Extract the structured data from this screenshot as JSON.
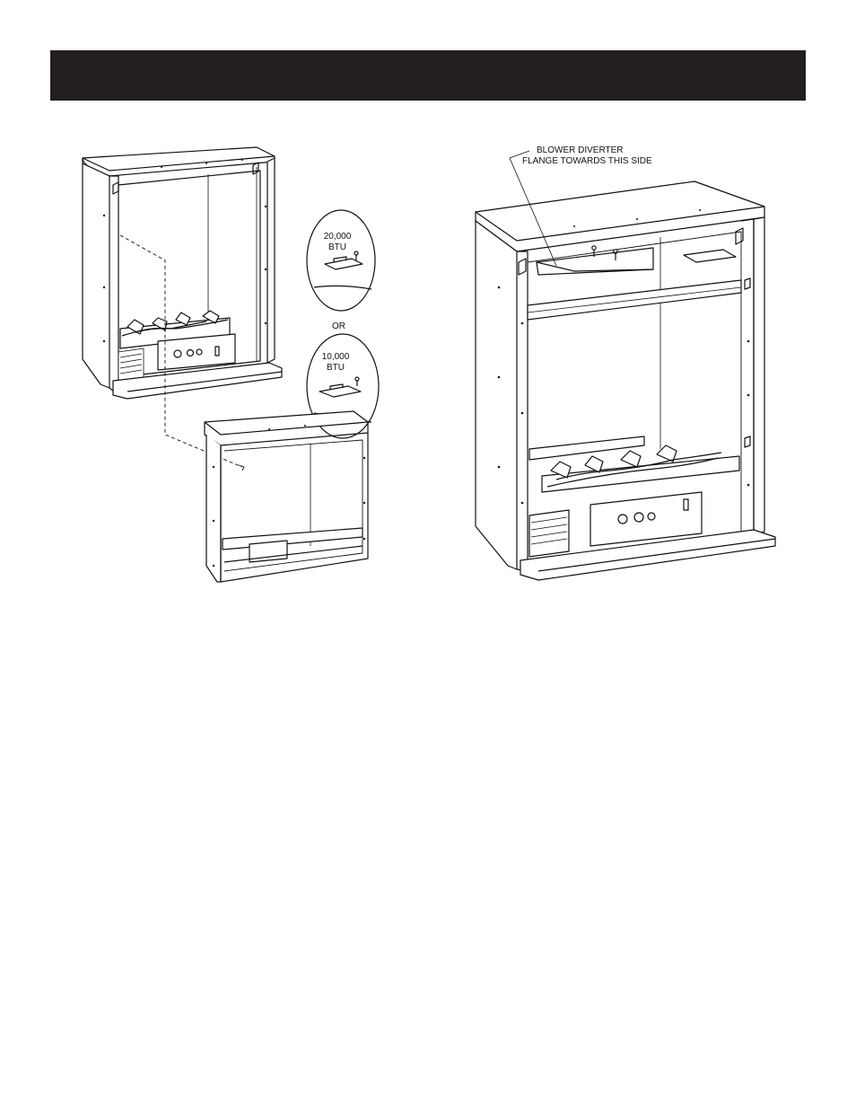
{
  "header": {
    "title": ""
  },
  "left_diagram": {
    "callout_top": {
      "line1": "20,000",
      "line2": "BTU"
    },
    "or_label": "OR",
    "callout_bottom": {
      "line1": "10,000",
      "line2": "BTU"
    }
  },
  "right_diagram": {
    "annotation": {
      "line1": "BLOWER DIVERTER",
      "line2": "FLANGE TOWARDS THIS SIDE"
    }
  }
}
